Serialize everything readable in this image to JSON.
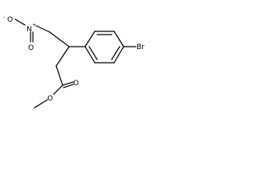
{
  "molecule": {
    "atoms": {
      "nitro_o_minus": "O",
      "nitro_minus_sign": "-",
      "nitro_n": "N",
      "nitro_plus_sign": "+",
      "nitro_o_double": "O",
      "bromine": "Br",
      "carbonyl_o": "O",
      "ester_o": "O"
    }
  }
}
